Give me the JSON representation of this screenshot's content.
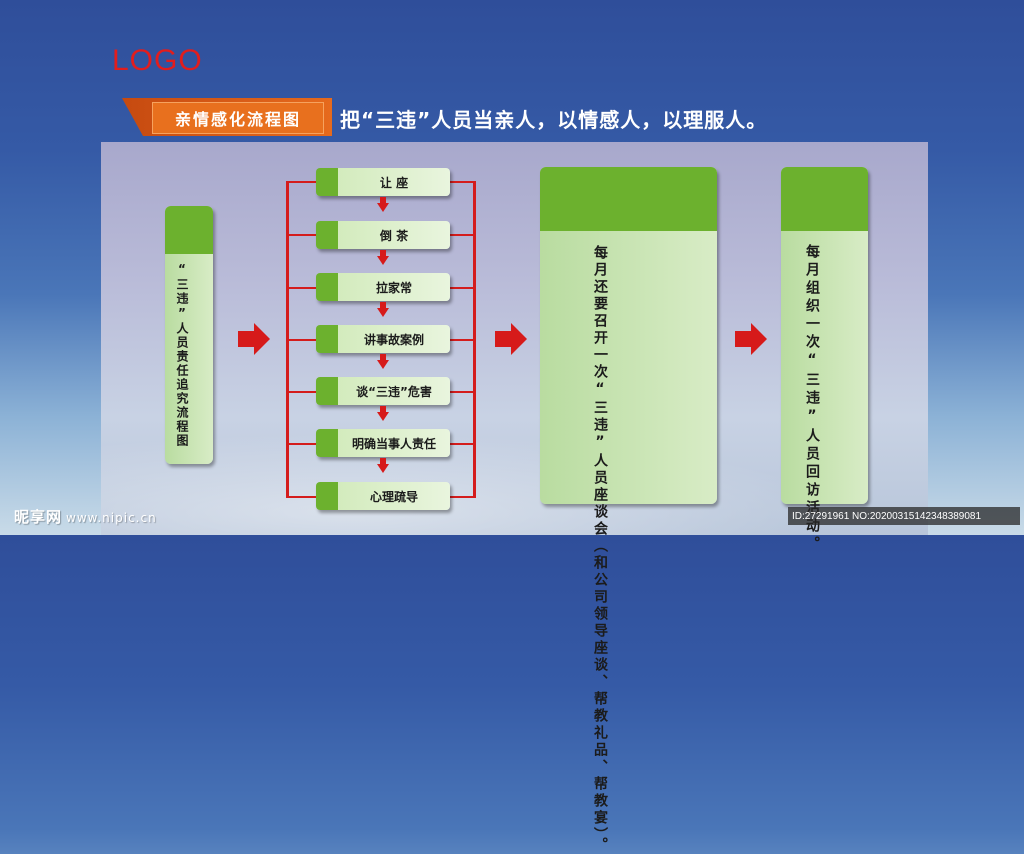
{
  "logo": "LOGO",
  "title_tag": "亲情感化流程图",
  "headline": "把“三违”人员当亲人，以情感人，以理服人。",
  "card1": "“三违”人员责任追究流程图",
  "steps": [
    "让  座",
    "倒  茶",
    "拉家常",
    "讲事故案例",
    "谈“三违”危害",
    "明确当事人责任",
    "心理疏导"
  ],
  "card3": "每月还要召开一次“三违”人员座谈会（和公司领导座谈、帮教礼品、帮教宴）。",
  "card4": "每月组织一次“三违”人员回访活动。",
  "watermark": {
    "brand": "昵享网",
    "url": "www.nipic.cn"
  },
  "image_id": "ID:27291961 NO:20200315142348389081",
  "colors": {
    "accent_green": "#6cb12e",
    "arrow_red": "#d61a1a",
    "tag_orange": "#e8701e",
    "logo_red": "#e21d1d"
  }
}
